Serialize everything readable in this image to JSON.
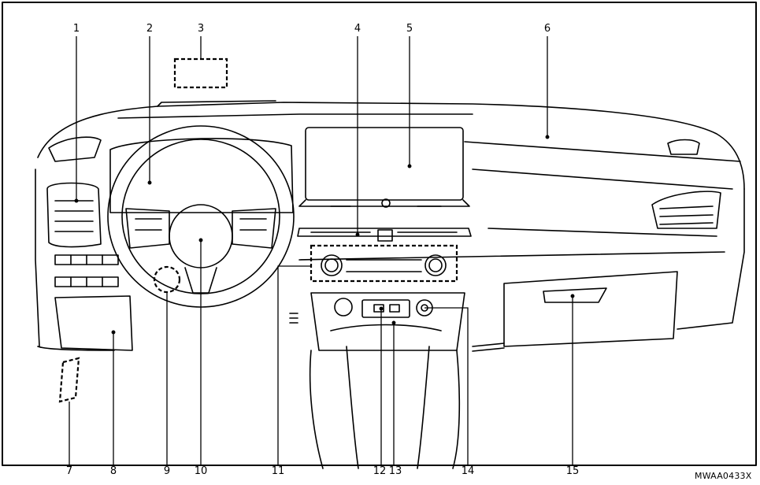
{
  "diagram": {
    "callouts": [
      {
        "id": "1",
        "label": "1"
      },
      {
        "id": "2",
        "label": "2"
      },
      {
        "id": "3",
        "label": "3"
      },
      {
        "id": "4",
        "label": "4"
      },
      {
        "id": "5",
        "label": "5"
      },
      {
        "id": "6",
        "label": "6"
      },
      {
        "id": "7",
        "label": "7"
      },
      {
        "id": "8",
        "label": "8"
      },
      {
        "id": "9",
        "label": "9"
      },
      {
        "id": "10",
        "label": "10"
      },
      {
        "id": "11",
        "label": "11"
      },
      {
        "id": "12",
        "label": "12"
      },
      {
        "id": "13",
        "label": "13"
      },
      {
        "id": "14",
        "label": "14"
      },
      {
        "id": "15",
        "label": "15"
      }
    ],
    "figure_code": "MWAA0433X"
  },
  "colors": {
    "line": "#000000",
    "background": "#ffffff"
  }
}
